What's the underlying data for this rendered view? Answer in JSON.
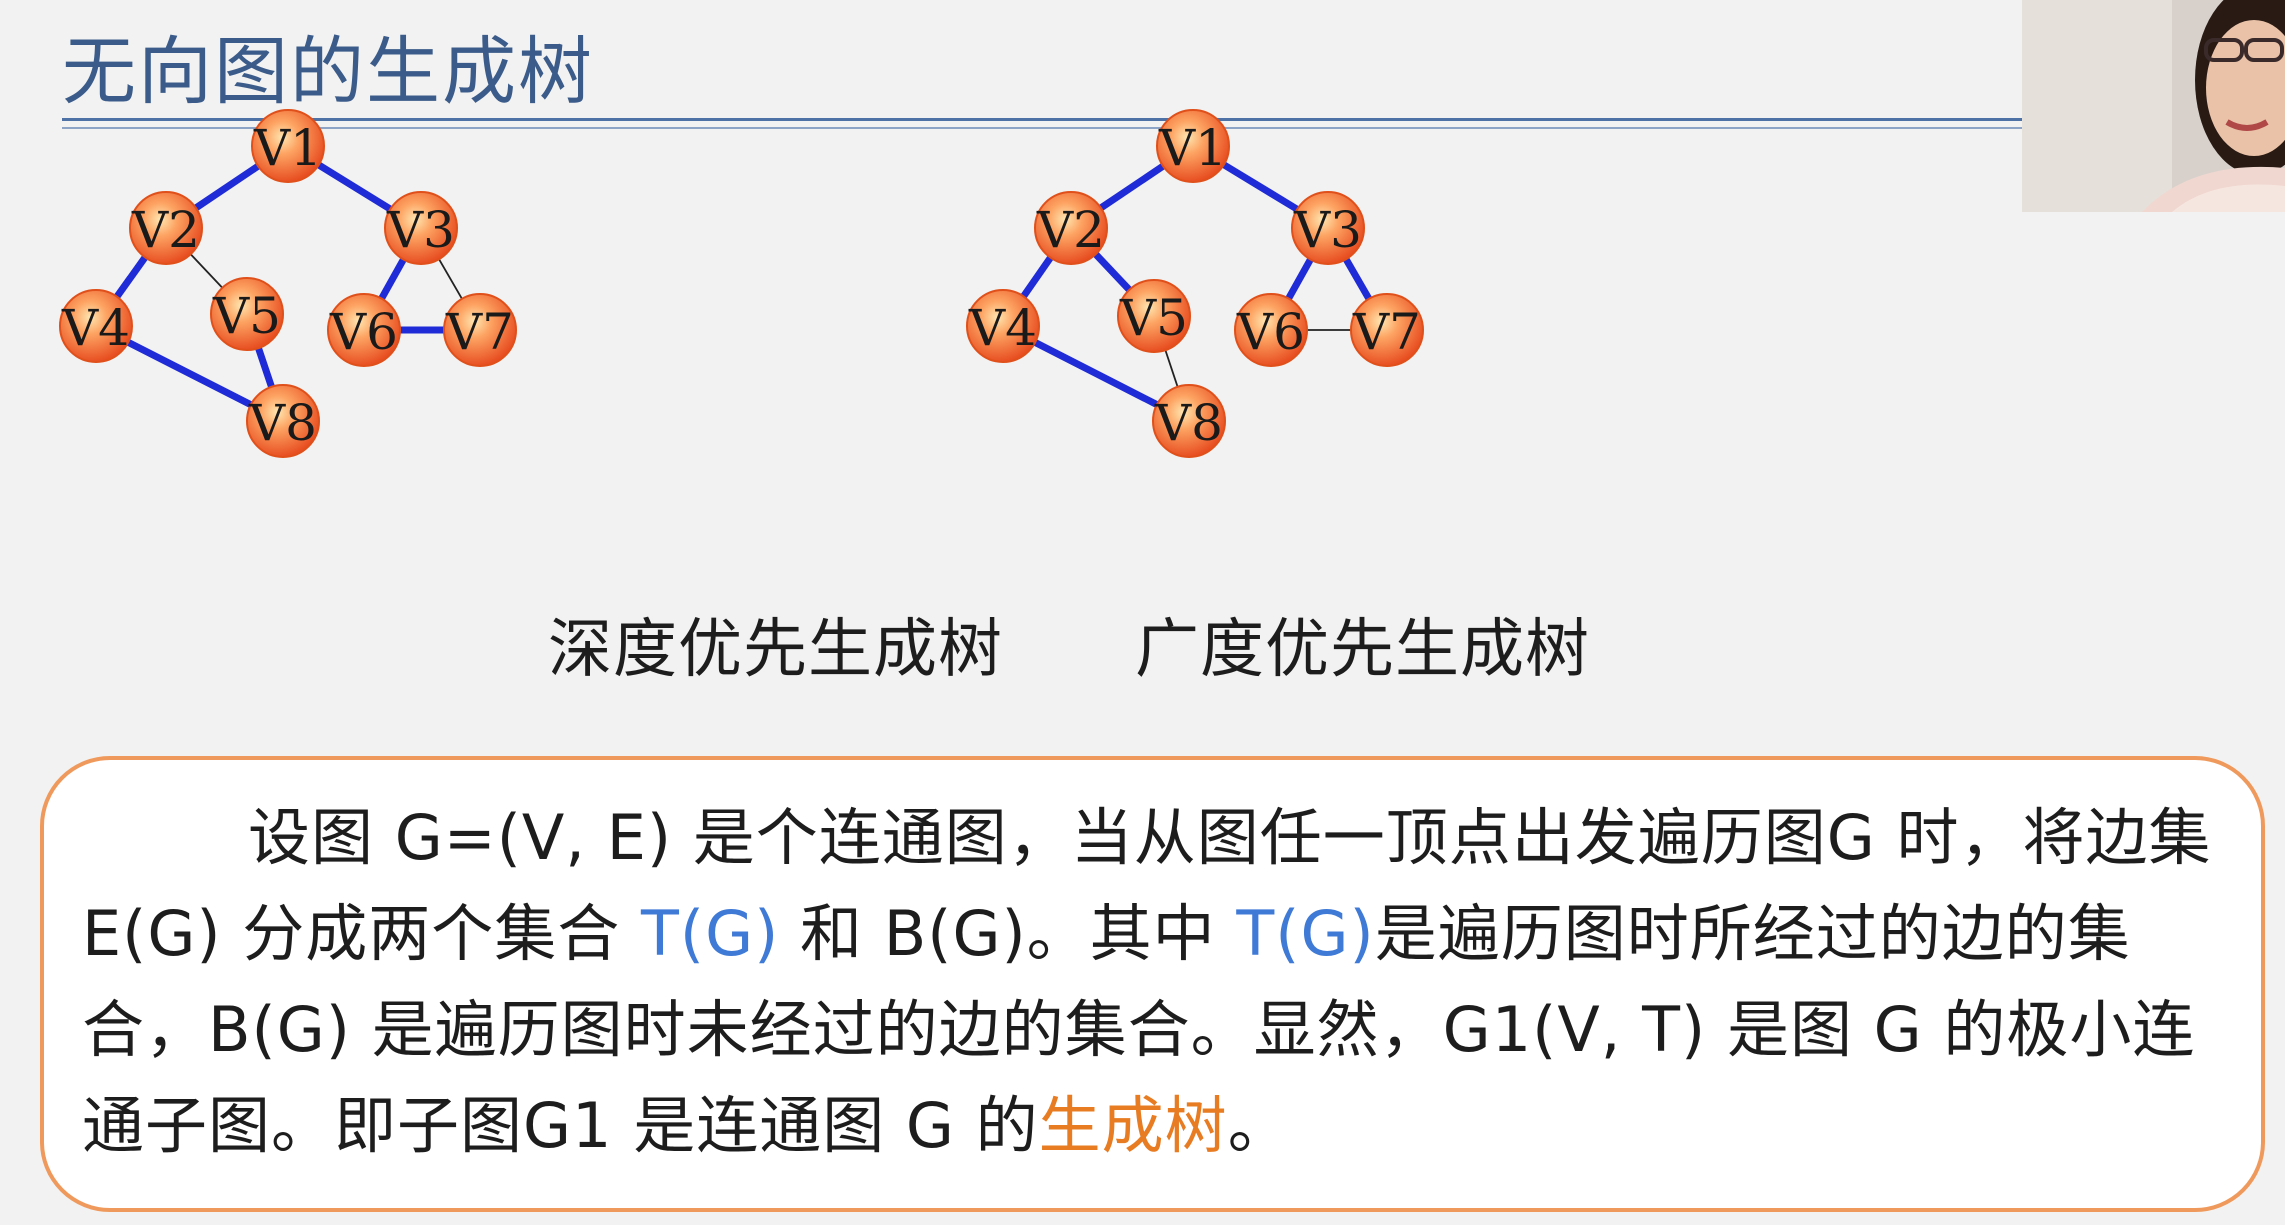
{
  "title": "无向图的生成树",
  "captions": {
    "dfs": "深度优先生成树",
    "bfs": "广度优先生成树"
  },
  "trees": {
    "dfs": {
      "nodes": [
        "V1",
        "V2",
        "V3",
        "V4",
        "V5",
        "V6",
        "V7",
        "V8"
      ],
      "tree_edges": [
        [
          "V1",
          "V2"
        ],
        [
          "V1",
          "V3"
        ],
        [
          "V2",
          "V4"
        ],
        [
          "V4",
          "V8"
        ],
        [
          "V8",
          "V5"
        ],
        [
          "V3",
          "V6"
        ],
        [
          "V6",
          "V7"
        ]
      ],
      "non_tree_edges": [
        [
          "V2",
          "V5"
        ],
        [
          "V3",
          "V7"
        ]
      ]
    },
    "bfs": {
      "nodes": [
        "V1",
        "V2",
        "V3",
        "V4",
        "V5",
        "V6",
        "V7",
        "V8"
      ],
      "tree_edges": [
        [
          "V1",
          "V2"
        ],
        [
          "V1",
          "V3"
        ],
        [
          "V2",
          "V4"
        ],
        [
          "V2",
          "V5"
        ],
        [
          "V3",
          "V6"
        ],
        [
          "V3",
          "V7"
        ],
        [
          "V4",
          "V8"
        ]
      ],
      "non_tree_edges": [
        [
          "V5",
          "V8"
        ],
        [
          "V6",
          "V7"
        ]
      ]
    }
  },
  "colors": {
    "tree_edge": "#1f2bd6",
    "non_tree_edge": "#222222",
    "node_fill": "#f26a2a",
    "highlight_blue": "#3f7ad6",
    "highlight_orange": "#e77c22",
    "box_border": "#ef9a5c"
  },
  "paragraph": {
    "s1": "设图 G=(V, E) 是个连通图，当从图任一顶点出发遍历图G 时，将边集 E(G) 分成两个集合 ",
    "t1": "T(G)",
    "s2": " 和 B(G)。其中 ",
    "t2": "T(G)",
    "s3": "是遍历图时所经过的边的集合，B(G) 是遍历图时未经过的边的集合。显然，G1(V, T) 是图 G 的极小连通子图。即子图G1 是连通图 G 的",
    "t3": "生成树",
    "s4": "。"
  }
}
